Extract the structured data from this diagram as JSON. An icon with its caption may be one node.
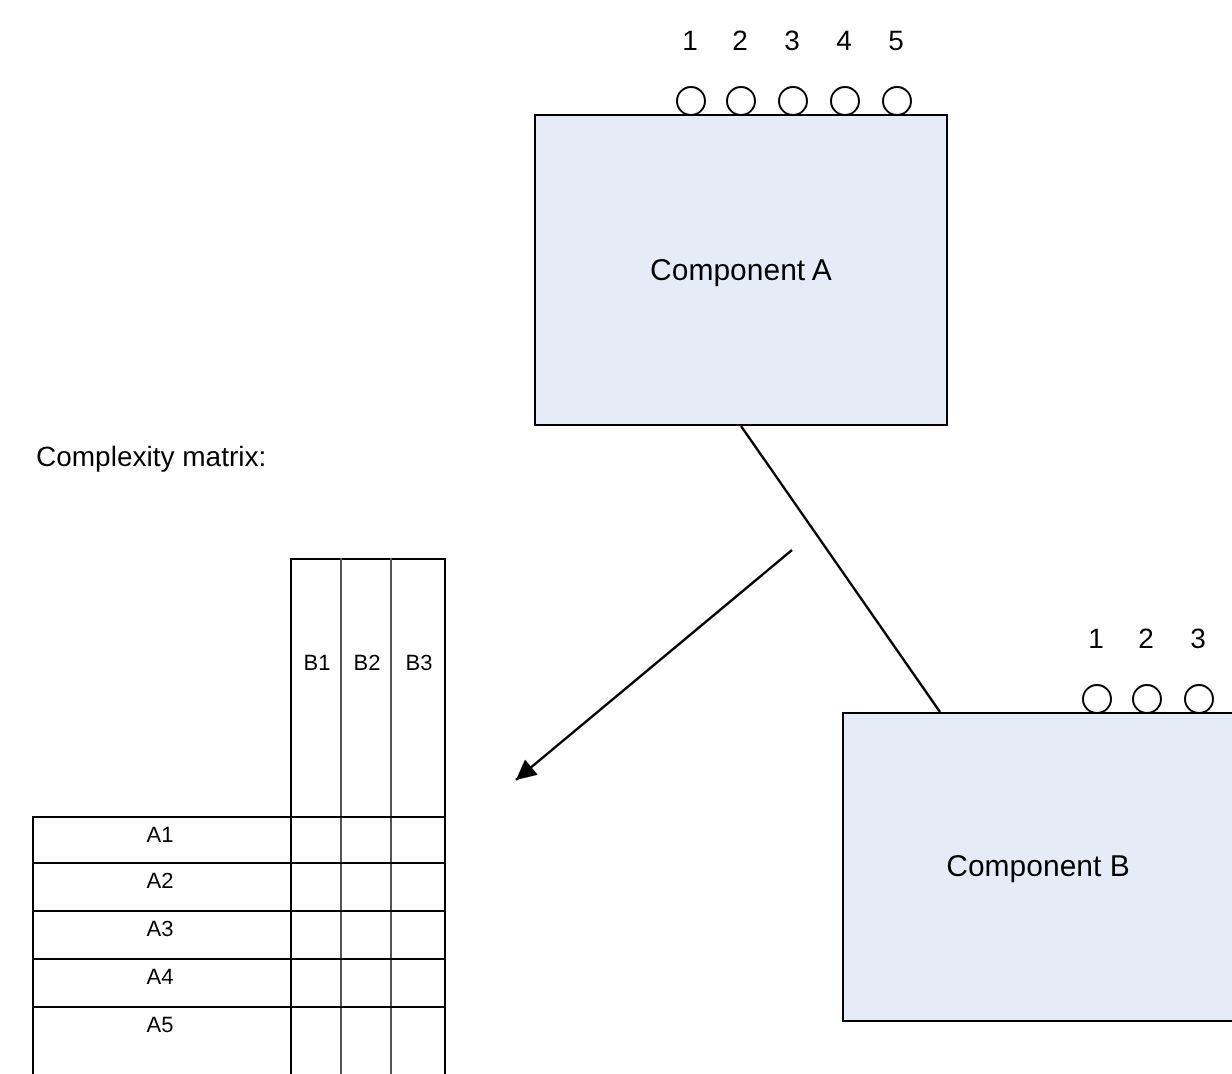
{
  "diagram": {
    "nodes": [
      {
        "text": [
          "Component A"
        ]
      },
      {
        "text": [],
        "shape": "circle",
        "beside": [
          "1"
        ]
      },
      {
        "text": [],
        "shape": "circle",
        "beside": [
          "2"
        ]
      },
      {
        "text": [],
        "shape": "circle",
        "beside": [
          "3"
        ]
      },
      {
        "text": [],
        "shape": "circle",
        "beside": [
          "4"
        ]
      },
      {
        "text": [],
        "shape": "circle",
        "beside": [
          "5"
        ]
      },
      {
        "text": [
          "Component B"
        ]
      },
      {
        "text": [],
        "shape": "circle",
        "beside": [
          "1"
        ]
      },
      {
        "text": [],
        "shape": "circle",
        "beside": [
          "2"
        ]
      },
      {
        "text": [],
        "shape": "circle",
        "beside": [
          "3"
        ]
      },
      {
        "text": [
          "Complexity matrix:"
        ]
      }
    ],
    "edges": [
      {
        "from": 0,
        "to": 6,
        "arrow": "none"
      },
      {
        "from": null,
        "to": 10,
        "arrow": "to"
      }
    ],
    "labels": [
      "B1",
      "B2",
      "B3",
      "A1",
      "A2",
      "A3",
      "A4",
      "A5"
    ]
  }
}
